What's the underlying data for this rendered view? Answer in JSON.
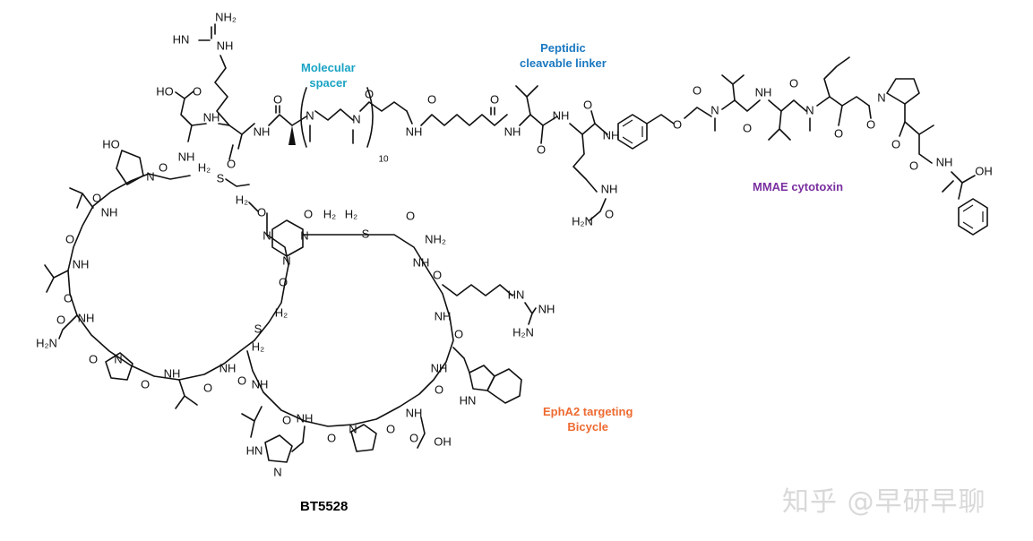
{
  "compound_name": "BT5528",
  "colors": {
    "spacer": "#1aa3c4",
    "linker": "#1a78c0",
    "cytotoxin": "#7a2fa0",
    "bicycle": "#ee6a31",
    "bond": "#111111",
    "watermark": "#d9d9d9"
  },
  "annotations": {
    "molecular_spacer": [
      "Molecular",
      "spacer"
    ],
    "peptidic_linker": [
      "Peptidic",
      "cleavable linker"
    ],
    "mmae_cytotoxin": [
      "MMAE cytotoxin"
    ],
    "bicycle": [
      "EphA2 targeting",
      "Bicycle"
    ]
  },
  "atom_labels": {
    "nh2_top": "NH₂",
    "hn_top": "HN",
    "nh_top": "NH",
    "hooc": "HO",
    "o": "O",
    "nh": "NH",
    "n": "N",
    "repeat_n": "10",
    "ho_hyp": "HO",
    "ch2": "H₂",
    "s": "S",
    "h2n_asn": "H₂N",
    "nh2_amide": "NH₂",
    "hn_arg": "HN",
    "nh_arg": "NH",
    "h2n_arg": "H₂N",
    "hn_trp": "HN",
    "hn_his": "HN",
    "oh_asp": "OH",
    "h2n_cit": "H₂N",
    "oh": "OH"
  },
  "watermark": "知乎 @早研早聊"
}
